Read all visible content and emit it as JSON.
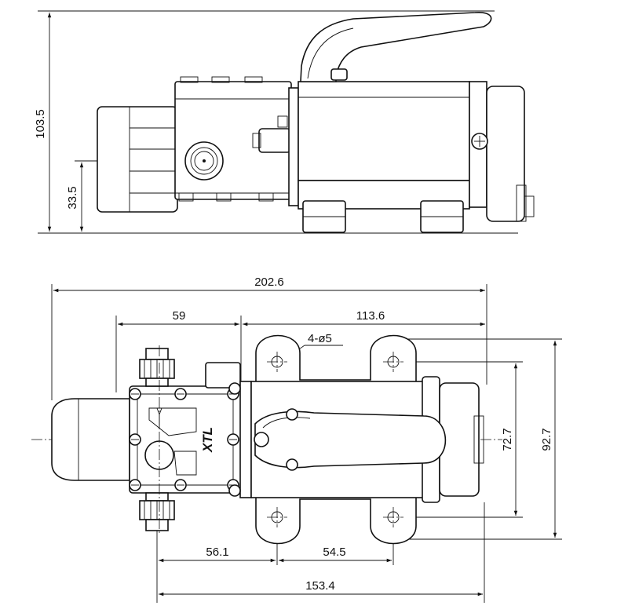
{
  "side_view": {
    "dim_height_total": "103.5",
    "dim_height_outlet": "33.5"
  },
  "top_view": {
    "dim_total_length": "202.6",
    "dim_head_length": "59",
    "dim_motor_length": "113.6",
    "dim_holes": "4-ø5",
    "dim_width_holes": "72.7",
    "dim_width_total": "92.7",
    "dim_inlet_to_hole": "56.1",
    "dim_hole_spacing": "54.5",
    "dim_base_length": "153.4",
    "logo_text": "XTL"
  }
}
